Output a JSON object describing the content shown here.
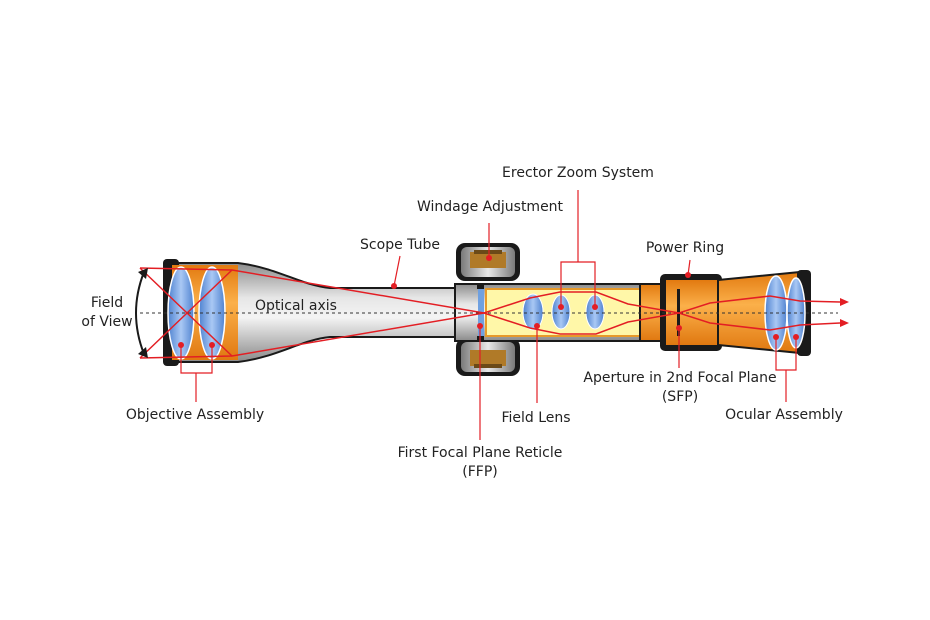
{
  "labels": {
    "erector_zoom_system": "Erector Zoom System",
    "windage_adjustment": "Windage Adjustment",
    "scope_tube": "Scope Tube",
    "power_ring": "Power Ring",
    "field_of_view_line1": "Field",
    "field_of_view_line2": "of View",
    "optical_axis": "Optical axis",
    "objective_assembly": "Objective Assembly",
    "field_lens": "Field Lens",
    "first_focal_plane_reticle_line1": "First Focal Plane Reticle",
    "first_focal_plane_reticle_line2": "(FFP)",
    "aperture_sfp_line1": "Aperture in 2nd Focal Plane",
    "aperture_sfp_line2": "(SFP)",
    "ocular_assembly": "Ocular Assembly"
  },
  "colors": {
    "ray": "#e31e24",
    "callout": "#e31e24",
    "lens": "#6f9fe0",
    "orange": "#f7941d",
    "yellow": "#fff7a8",
    "tube_gray": "#b8b8b8",
    "outline": "#1a1a1a"
  }
}
